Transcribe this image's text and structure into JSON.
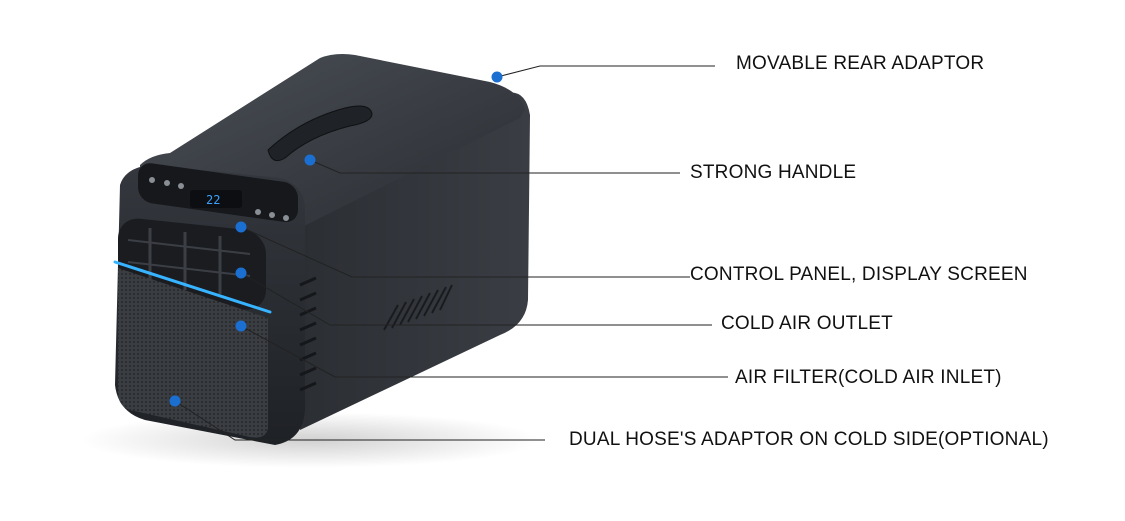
{
  "diagram": {
    "callouts": [
      {
        "id": "rear-adaptor",
        "label": "MOVABLE REAR ADAPTOR"
      },
      {
        "id": "handle",
        "label": "STRONG HANDLE"
      },
      {
        "id": "control-panel",
        "label": "CONTROL PANEL, DISPLAY SCREEN"
      },
      {
        "id": "cold-outlet",
        "label": "COLD AIR OUTLET"
      },
      {
        "id": "air-filter",
        "label": "AIR FILTER(COLD AIR INLET)"
      },
      {
        "id": "hose-adaptor",
        "label": "DUAL HOSE'S ADAPTOR ON COLD SIDE(OPTIONAL)"
      }
    ],
    "display_readout": "22",
    "colors": {
      "marker": "#1a6fd1",
      "body": "#2b2e33",
      "accent_glow": "#37b3ff",
      "leader_line": "#222222"
    }
  }
}
